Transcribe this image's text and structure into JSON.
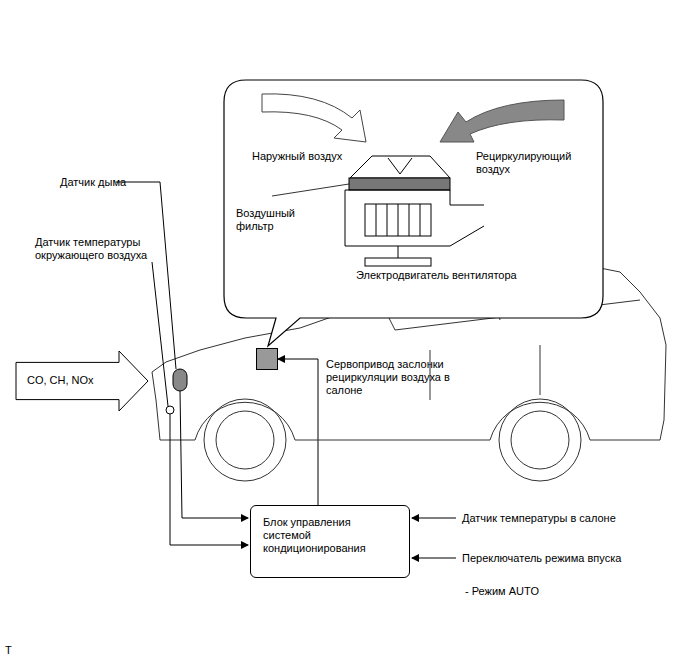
{
  "diagram": {
    "nodes": [
      {
        "text": [
          "Блок управления системой кондиционирования"
        ]
      },
      {
        "text": [
          "Сервопривод заслонки рециркуляции воздуха в салоне"
        ]
      },
      {
        "text": [
          "CO, CH, NOx"
        ]
      }
    ],
    "edges": [
      {
        "from": 0,
        "to": 1,
        "arrow": "to"
      }
    ],
    "labels": [
      "Датчик дыма",
      "Датчик температуры окружающего воздуха",
      "Наружный воздух",
      "Рециркулирующий воздух",
      "Воздушный фильтр",
      "Электродвигатель вентилятора",
      "Датчик температуры в салоне",
      "Переключатель режима впуска",
      "- Режим AUTO",
      "T"
    ]
  }
}
